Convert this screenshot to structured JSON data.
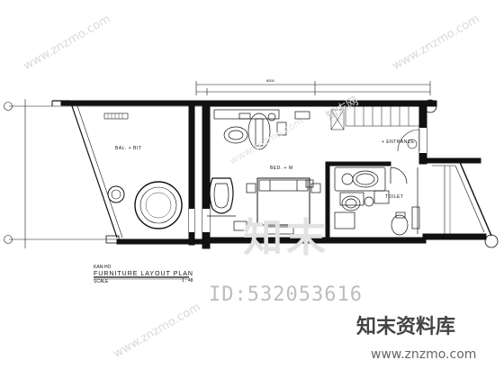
{
  "drawing": {
    "title": "FURNITURE LAYOUT PLAN",
    "subtitle": "KAN-HO",
    "scale_label": "SCALE",
    "scale_value": "1 : 48",
    "rooms": {
      "balcony": "BAL. + BIT",
      "bedroom": "BED. + M",
      "entrance": "+ ENTRANCE",
      "toilet": "TOILET"
    },
    "dimension_text": "8000"
  },
  "watermarks": {
    "main": "知末",
    "id": "ID:532053616",
    "brand": "知末资料库",
    "url": "www.znzmo.com",
    "diagonal": "www.znzmo.com",
    "diagonal_cn": "知末网"
  },
  "colors": {
    "line": "#111111",
    "background": "#ffffff",
    "watermark": "#d9d9d9"
  }
}
